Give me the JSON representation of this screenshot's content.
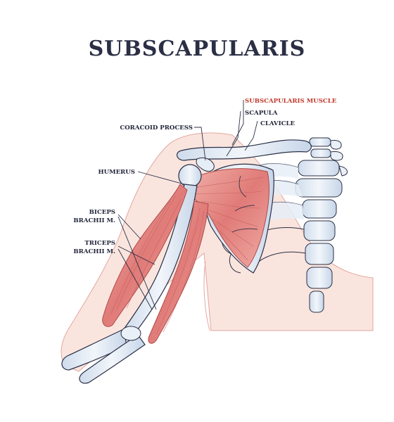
{
  "title": "SUBSCAPULARIS",
  "labels": {
    "subscapularis_muscle": "SUBSCAPULARIS MUSCLE",
    "scapula": "SCAPULA",
    "clavicle": "CLAVICLE",
    "coracoid_process": "CORACOID PROCESS",
    "humerus": "HUMERUS",
    "biceps_line1": "BICEPS",
    "biceps_line2": "BRACHII M.",
    "triceps_line1": "TRICEPS",
    "triceps_line2": "BRACHII M."
  },
  "colors": {
    "highlight_label": "#c0392b",
    "muscle": "#e58a8a",
    "bone": "#dde8f4",
    "skin": "#f6dcd3",
    "outline": "#2b2f45"
  }
}
